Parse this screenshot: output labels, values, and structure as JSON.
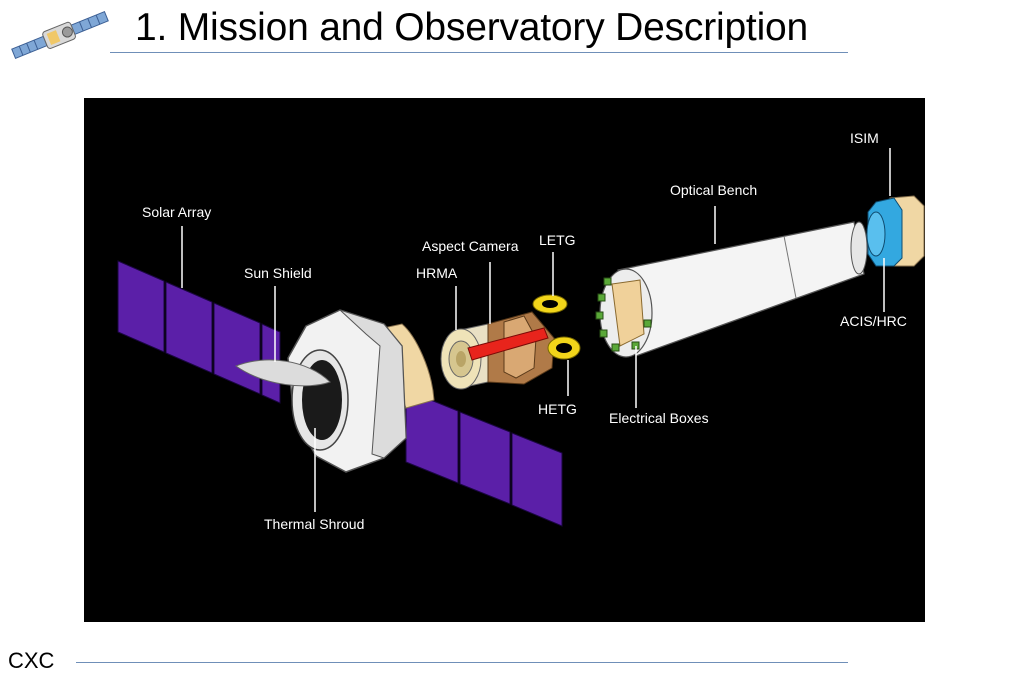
{
  "title": "1. Mission and Observatory Description",
  "footer": "CXC",
  "colors": {
    "rule": "#6f8fb8",
    "panel_background": "#000000",
    "solar_array": "#5b1fa8",
    "aspect_camera": "#e8241c",
    "grating": "#f2d51a",
    "detector": "#33a8e0",
    "electrical_boxes": "#5aa838"
  },
  "icons": {
    "logo": "satellite-icon"
  },
  "labels": {
    "isim": "ISIM",
    "optical_bench": "Optical Bench",
    "solar_array": "Solar Array",
    "aspect_camera": "Aspect Camera",
    "letg": "LETG",
    "sun_shield": "Sun Shield",
    "hrma": "HRMA",
    "acis_hrc": "ACIS/HRC",
    "hetg": "HETG",
    "electrical_boxes": "Electrical Boxes",
    "thermal_shroud": "Thermal Shroud"
  }
}
